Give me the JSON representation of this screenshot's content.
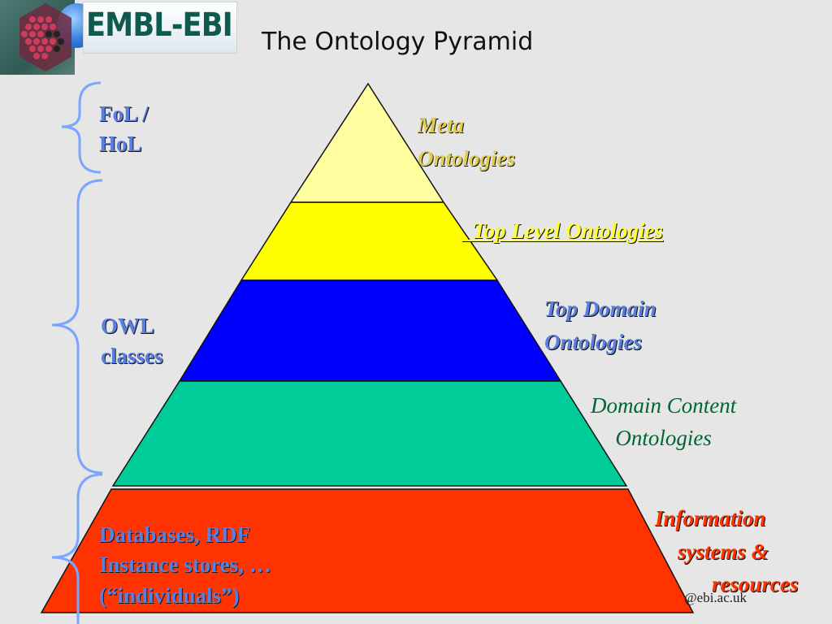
{
  "header": {
    "logo_text": "EMBL-EBI",
    "title": "The Ontology Pyramid"
  },
  "left_labels": {
    "fol_hol": [
      "FoL /",
      "HoL"
    ],
    "owl": [
      "OWL",
      "classes"
    ],
    "databases": [
      "Databases,  RDF",
      "Instance stores, …",
      "(“individuals”)"
    ]
  },
  "layers": [
    {
      "id": "meta",
      "color": "#ffffa0",
      "label": [
        "Meta",
        "Ontologies"
      ],
      "label_color": "#e0cc50"
    },
    {
      "id": "top-level",
      "color": "#ffff00",
      "label": [
        "Top Level Ontologies"
      ],
      "label_color": "#ffff33"
    },
    {
      "id": "top-domain",
      "color": "#0000ff",
      "label": [
        "Top Domain",
        "Ontologies"
      ],
      "label_color": "#5a7fe0"
    },
    {
      "id": "domain-content",
      "color": "#00cc99",
      "label": [
        "Domain Content",
        "Ontologies"
      ],
      "label_color": "#006633"
    },
    {
      "id": "information",
      "color": "#ff3300",
      "label": [
        "Information",
        "systems &",
        "resources"
      ],
      "label_color": "#ff3300"
    }
  ],
  "footer": {
    "text": "@ebi.ac.uk"
  },
  "colors": {
    "brace": "#7aa6ff",
    "outline": "#111111"
  }
}
